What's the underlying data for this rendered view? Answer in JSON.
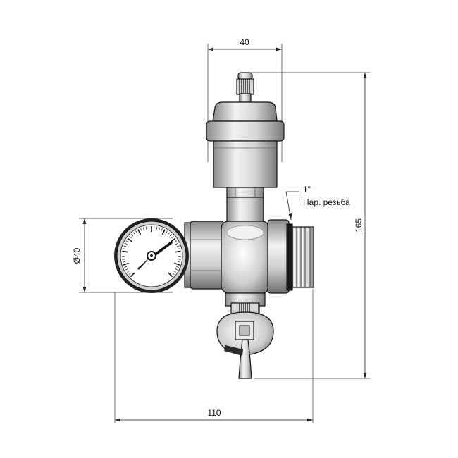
{
  "dimensions": {
    "top_width": "40",
    "overall_height": "165",
    "gauge_diameter": "Ø40",
    "overall_width": "110"
  },
  "callout": {
    "size": "1\"",
    "thread_type": "Нар. резьба"
  },
  "colors": {
    "ink": "#111111",
    "metal_light": "#e6e6e6",
    "metal_mid": "#bdbdbd",
    "metal_dark": "#6a6a6a",
    "seal": "#1a1a1a"
  },
  "icons": [
    "pressure-gauge-icon",
    "air-vent-icon",
    "drain-valve-icon"
  ]
}
